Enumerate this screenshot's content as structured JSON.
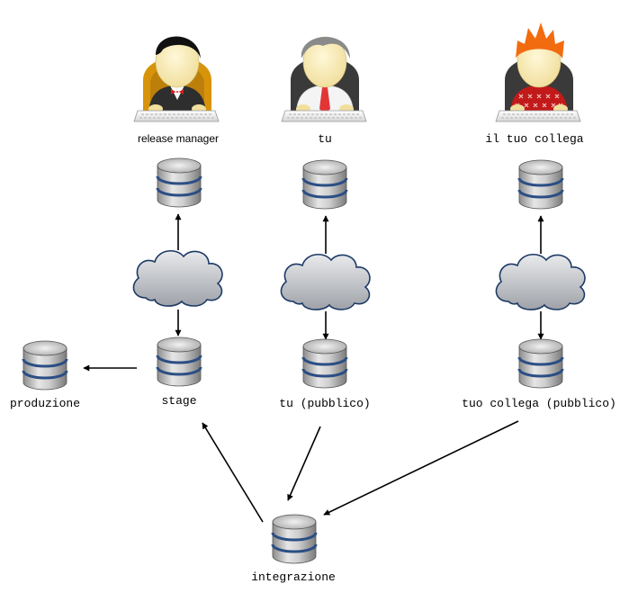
{
  "people": {
    "release_manager": "release manager",
    "you": "tu",
    "colleague": "il tuo collega"
  },
  "repos": {
    "production": "produzione",
    "stage": "stage",
    "you_public": "tu (pubblico)",
    "colleague_public": "tuo collega (pubblico)",
    "integration": "integrazione"
  },
  "colors": {
    "repo_stripe": "#2b4e84",
    "cloud_fill": "#a9acb2",
    "cloud_outline": "#1d3a66",
    "arrow": "#000000",
    "hair_black": "#111111",
    "hair_gray": "#8a8a8a",
    "hair_orange": "#f26b0f",
    "chair_orange": "#d7940b",
    "chair_dark": "#3a3a3a",
    "tie_red": "#d41c1c"
  },
  "icons": {
    "repository": "database-icon",
    "network": "cloud-icon",
    "person": "person-at-keyboard-icon"
  }
}
